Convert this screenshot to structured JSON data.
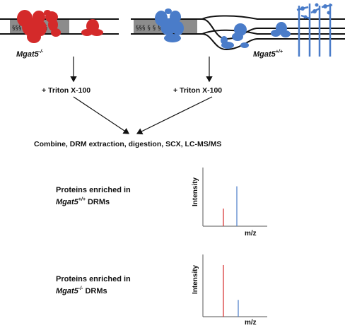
{
  "left_panel": {
    "genotype": {
      "gene": "Mgat5",
      "superscript": "-/-"
    },
    "helix_glyphs": "§§§ § § § § §"
  },
  "right_panel": {
    "genotype": {
      "gene": "Mgat5",
      "superscript": "+/+"
    },
    "helix_glyphs": "§§§ § § §§§§ §"
  },
  "steps": {
    "triton_left": "+ Triton X-100",
    "triton_right": "+ Triton X-100",
    "combine": "Combine, DRM extraction, digestion, SCX, LC-MS/MS"
  },
  "result1": {
    "text_line1": "Proteins  enriched in",
    "gene": "Mgat5",
    "superscript": "+/+",
    "suffix": " DRMs",
    "spectrum": {
      "ylabel": "Intensity",
      "xlabel": "m/z",
      "red_peak": 0.3,
      "blue_peak": 0.68
    }
  },
  "result2": {
    "text_line1": "Proteins enriched in",
    "gene": "Mgat5",
    "superscript": "-/-",
    "suffix": " DRMs",
    "spectrum": {
      "ylabel": "Intensity",
      "xlabel": "m/z",
      "red_peak": 0.83,
      "blue_peak": 0.27
    }
  },
  "colors": {
    "red": "#d42a2a",
    "blue": "#4a7cc9",
    "membrane_gray": "#8c8c8c",
    "black": "#111111"
  }
}
